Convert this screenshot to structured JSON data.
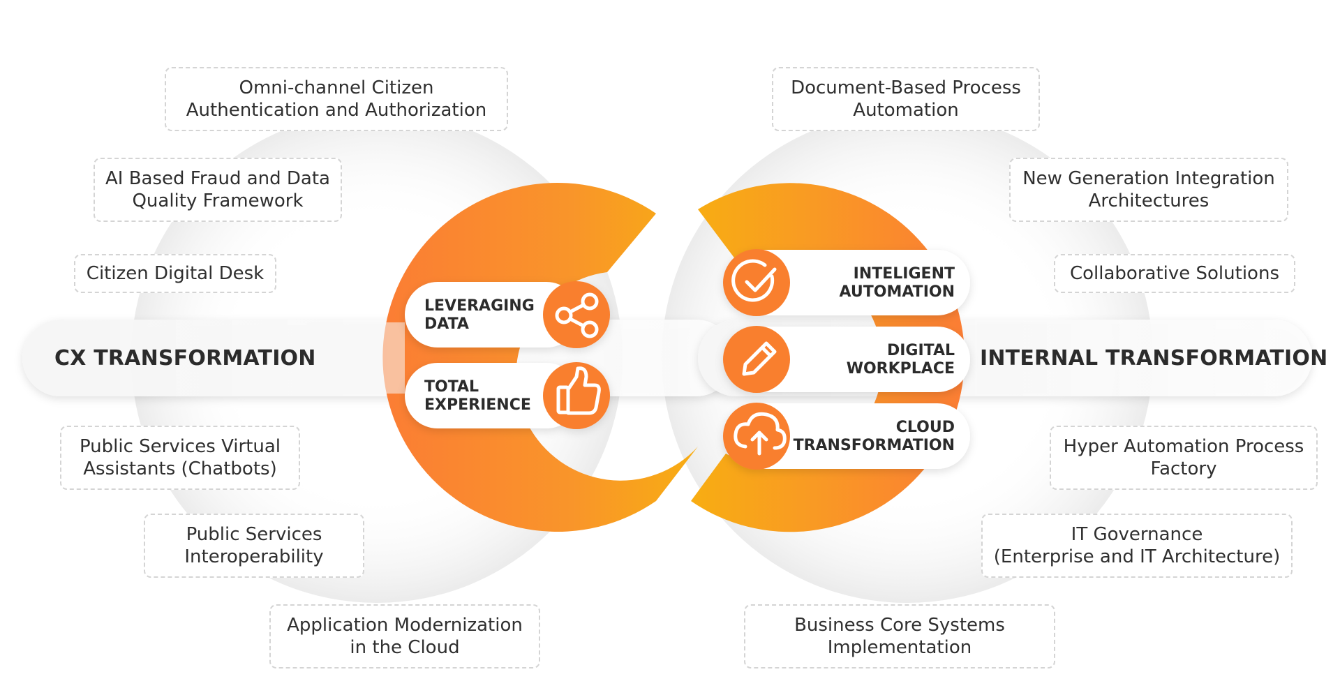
{
  "colors": {
    "orange_dark": "#f97f2f",
    "orange_light": "#f9ab19",
    "card_border": "#d4d4d4",
    "band": "#f4f4f4",
    "text": "#2b2b2b"
  },
  "bands": {
    "left_label": "CX TRANSFORMATION",
    "right_label": "INTERNAL TRANSFORMATION"
  },
  "left_pills": [
    {
      "label": "LEVERAGING\nDATA",
      "icon": "share-icon"
    },
    {
      "label": "TOTAL\nEXPERIENCE",
      "icon": "thumbs-up-icon"
    }
  ],
  "right_pills": [
    {
      "label": "INTELIGENT\nAUTOMATION",
      "icon": "check-circle-icon"
    },
    {
      "label": "DIGITAL\nWORKPLACE",
      "icon": "pencil-icon"
    },
    {
      "label": "CLOUD\nTRANSFORMATION",
      "icon": "cloud-upload-icon"
    }
  ],
  "left_cards": [
    "Omni-channel Citizen\nAuthentication  and Authorization",
    "AI Based Fraud and Data\nQuality Framework",
    "Citizen Digital Desk",
    "Public Services Virtual\nAssistants (Chatbots)",
    "Public Services\nInteroperability",
    "Application Modernization\nin the Cloud"
  ],
  "right_cards": [
    "Document-Based Process\nAutomation",
    "New Generation Integration\nArchitectures",
    "Collaborative Solutions",
    "Hyper Automation Process\nFactory",
    "IT Governance\n(Enterprise and IT Architecture)",
    "Business Core Systems\nImplementation"
  ]
}
